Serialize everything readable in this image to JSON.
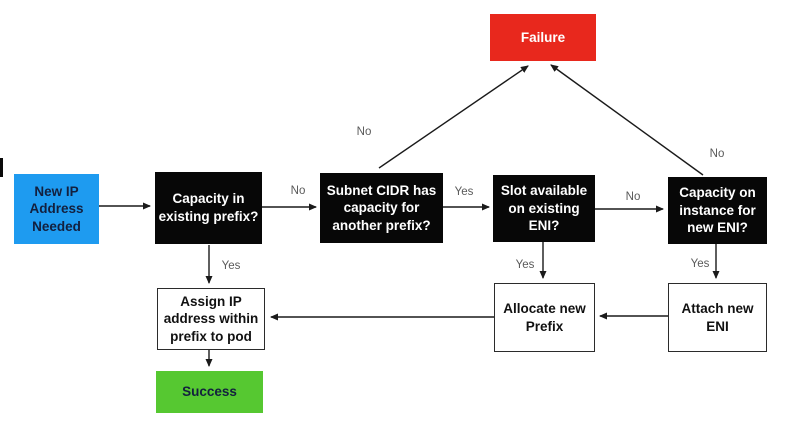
{
  "diagram": {
    "description": "Flowchart for assigning a new IP address via prefixes and ENIs",
    "nodes": {
      "start": {
        "label": "New IP\nAddress\nNeeded",
        "type": "start"
      },
      "capacity_existing_prefix": {
        "label": "Capacity in\nexisting prefix?",
        "type": "decision"
      },
      "subnet_cidr_capacity": {
        "label": "Subnet CIDR has\ncapacity for\nanother prefix?",
        "type": "decision"
      },
      "slot_available_eni": {
        "label": "Slot available\non existing\nENI?",
        "type": "decision"
      },
      "capacity_instance_eni": {
        "label": "Capacity on\ninstance for\nnew ENI?",
        "type": "decision"
      },
      "failure": {
        "label": "Failure",
        "type": "terminal"
      },
      "assign_ip": {
        "label": "Assign IP\naddress within\nprefix to pod",
        "type": "process"
      },
      "allocate_prefix": {
        "label": "Allocate new\nPrefix",
        "type": "process"
      },
      "attach_eni": {
        "label": "Attach new\nENI",
        "type": "process"
      },
      "success": {
        "label": "Success",
        "type": "terminal"
      }
    },
    "edge_labels": {
      "capacity_prefix_no": "No",
      "capacity_prefix_yes": "Yes",
      "subnet_cidr_no": "No",
      "subnet_cidr_yes": "Yes",
      "slot_eni_no": "No",
      "slot_eni_yes": "Yes",
      "instance_eni_no": "No",
      "instance_eni_yes": "Yes"
    },
    "colors": {
      "start_fill": "#1E9BF0",
      "decision_fill": "#070707",
      "failure_fill": "#E8281D",
      "success_fill": "#56C831",
      "process_border": "#2B2B2B",
      "arrow_stroke": "#1A1A1A",
      "edge_label_text": "#5A5A5A"
    }
  }
}
